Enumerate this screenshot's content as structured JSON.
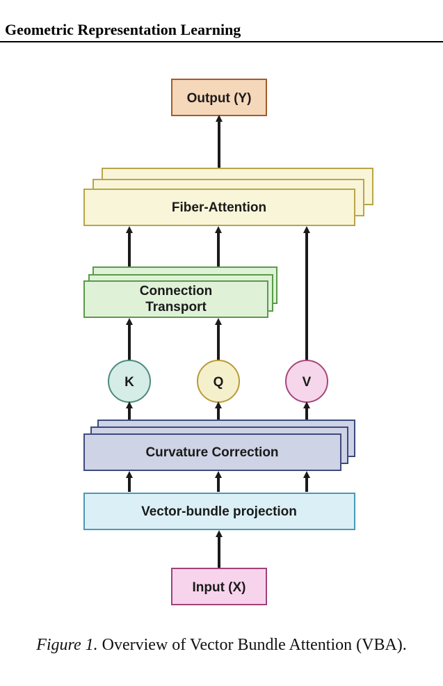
{
  "header": {
    "title": "Geometric Representation Learning"
  },
  "diagram": {
    "output": "Output (Y)",
    "fiber_attention": "Fiber-Attention",
    "connection_transport": [
      "Connection",
      "Transport"
    ],
    "k": "K",
    "q": "Q",
    "v": "V",
    "curvature_correction": "Curvature Correction",
    "vector_bundle_projection": "Vector-bundle projection",
    "input": "Input (X)"
  },
  "caption": {
    "label": "Figure 1.",
    "text": "Overview of Vector Bundle Attention (VBA)."
  },
  "colors": {
    "output_fill": "#f5d7b9",
    "output_stroke": "#a55a2a",
    "fiber_fill": "#f9f5d8",
    "fiber_stroke": "#b8a44a",
    "connection_fill": "#dff2d8",
    "connection_stroke": "#5a9a4a",
    "k_fill": "#d6ece6",
    "k_stroke": "#4a8a7a",
    "q_fill": "#f5f0cc",
    "q_stroke": "#b89a3a",
    "v_fill": "#f5d6ea",
    "v_stroke": "#a8457a",
    "curvature_fill": "#ced3e6",
    "curvature_stroke": "#3c4a7c",
    "projection_fill": "#dbf0f6",
    "projection_stroke": "#4a9ab0",
    "input_fill": "#f8d4ec",
    "input_stroke": "#a0407a"
  }
}
